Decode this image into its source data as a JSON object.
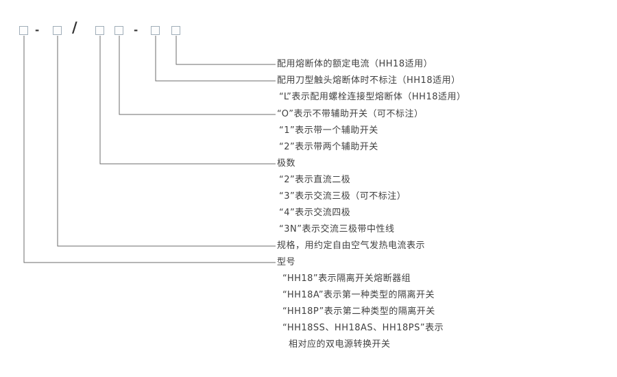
{
  "formula": {
    "separators": [
      "-",
      "/",
      "-"
    ],
    "box_count": 6
  },
  "colors": {
    "background": "#ffffff",
    "text": "#404040",
    "connector_line": "#6b6b6b",
    "box_border": "#9fadb8"
  },
  "labels": [
    "配用熔断体的额定电流（HH18适用）",
    "配用刀型触头熔断体时不标注（HH18适用）",
    "“L”表示配用螺栓连接型熔断体（HH18适用）",
    "“O”表示不带辅助开关（可不标注）",
    "“1”表示带一个辅助开关",
    "“2”表示带两个辅助开关",
    "极数",
    "“2”表示直流二极",
    "“3”表示交流三极（可不标注）",
    "“4”表示交流四极",
    "“3N”表示交流三极带中性线",
    "规格，用约定自由空气发热电流表示",
    "型号",
    "“HH18”表示隔离开关熔断器组",
    "“HH18A”表示第一种类型的隔离开关",
    "“HH18P”表示第二种类型的隔离开关",
    "“HH18SS、HH18AS、HH18PS”表示",
    "相对应的双电源转换开关"
  ]
}
